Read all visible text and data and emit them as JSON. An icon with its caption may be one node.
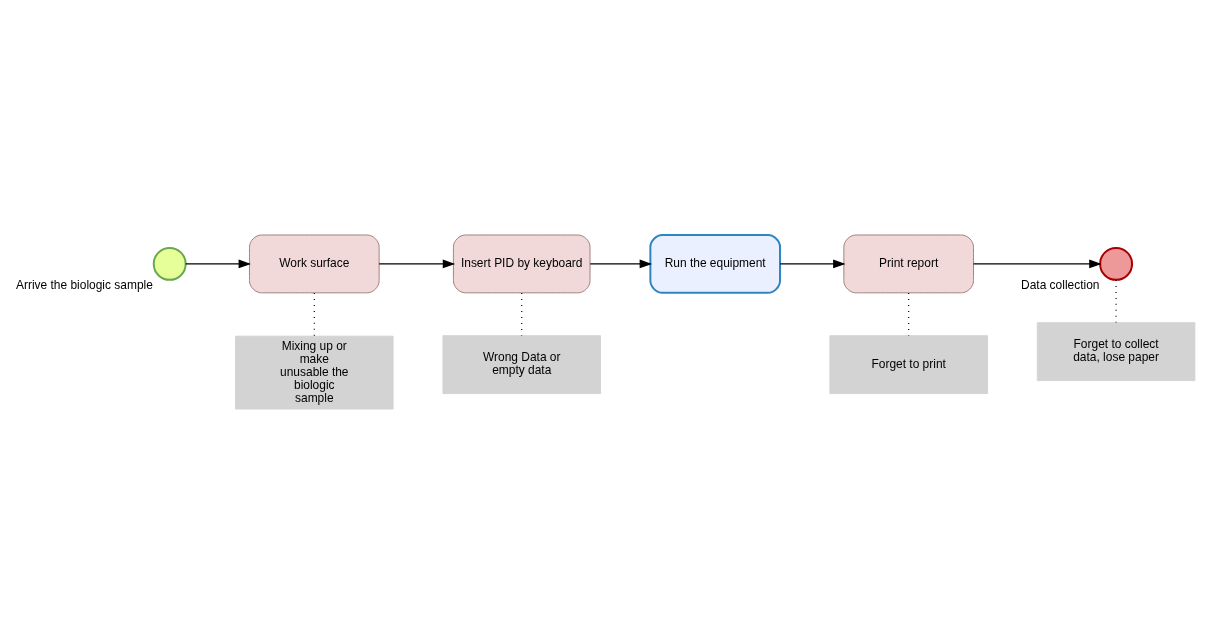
{
  "diagram": {
    "nodes": [
      {
        "text": [],
        "shape": "circle",
        "beside": [
          "Arrive the biologic sample"
        ]
      },
      {
        "text": [
          "Work surface"
        ]
      },
      {
        "text": [
          "Insert PID by keyboard"
        ]
      },
      {
        "text": [
          "Run the equipment"
        ]
      },
      {
        "text": [
          "Print report"
        ]
      },
      {
        "text": [],
        "shape": "circle",
        "beside": [
          "Data collection"
        ]
      },
      {
        "text": [
          "Mixing up or make unusable the biologic sample"
        ]
      },
      {
        "text": [
          "Wrong Data or empty data"
        ]
      },
      {
        "text": [
          "Forget to print"
        ]
      },
      {
        "text": [
          "Forget to collect data, lose paper"
        ]
      }
    ],
    "edges": [
      {
        "from": 0,
        "to": 1,
        "arrow": "to"
      },
      {
        "from": 1,
        "to": 2,
        "arrow": "to"
      },
      {
        "from": 2,
        "to": 3,
        "arrow": "to"
      },
      {
        "from": 3,
        "to": 4,
        "arrow": "to"
      },
      {
        "from": 4,
        "to": 5,
        "arrow": "to"
      },
      {
        "from": 1,
        "to": 6,
        "arrow": "none",
        "style": "dashed"
      },
      {
        "from": 2,
        "to": 7,
        "arrow": "none",
        "style": "dashed"
      },
      {
        "from": 4,
        "to": 8,
        "arrow": "none",
        "style": "dashed"
      },
      {
        "from": 5,
        "to": 9,
        "arrow": "none",
        "style": "dashed"
      }
    ]
  }
}
